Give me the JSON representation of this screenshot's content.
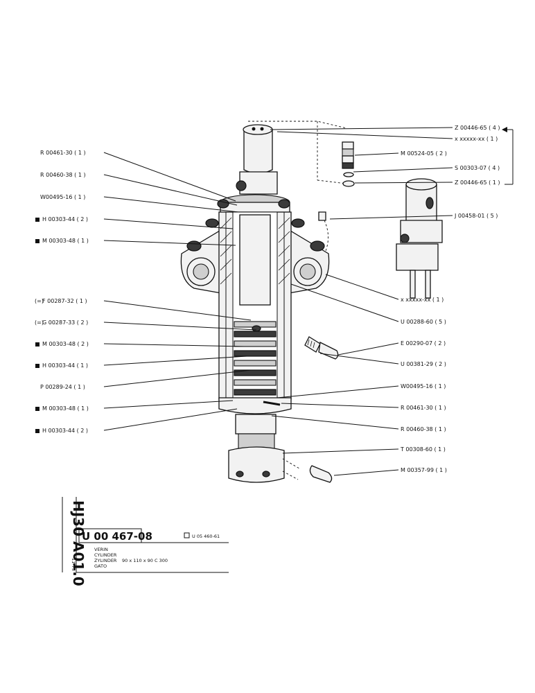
{
  "callouts_left": [
    {
      "mark": "",
      "text": "R 00461-30 ( 1 )"
    },
    {
      "mark": "",
      "text": "R 00460-38 ( 1 )"
    },
    {
      "mark": "",
      "text": "W00495-16 ( 1 )"
    },
    {
      "mark": "filled-square",
      "text": "H 00303-44 ( 2 )"
    },
    {
      "mark": "filled-square",
      "text": "M 00303-48 ( 1 )"
    },
    {
      "mark": "(=)",
      "text": "F 00287-32 ( 1 )"
    },
    {
      "mark": "(=)",
      "text": "G 00287-33 ( 2 )"
    },
    {
      "mark": "filled-square",
      "text": "M 00303-48 ( 2 )"
    },
    {
      "mark": "filled-square",
      "text": "H 00303-44 ( 1 )"
    },
    {
      "mark": "",
      "text": "P 00289-24 ( 1 )"
    },
    {
      "mark": "filled-square",
      "text": "M 00303-48 ( 1 )"
    },
    {
      "mark": "filled-square",
      "text": "H 00303-44 ( 2 )"
    }
  ],
  "callouts_right": [
    {
      "text": "Z 00446-65 ( 4 )"
    },
    {
      "text": "x xxxxx-xx ( 1 )"
    },
    {
      "text": "M 00524-05 ( 2 )"
    },
    {
      "text": "S 00303-07 ( 4 )"
    },
    {
      "text": "Z 00446-65 ( 1 )"
    },
    {
      "text": "J 00458-01 ( 5 )"
    },
    {
      "text": "x xxxxx-xx ( 1 )"
    },
    {
      "text": "U 00288-60 ( 5 )"
    },
    {
      "text": "E 00290-07 ( 2 )"
    },
    {
      "text": "U 00381-29 ( 2 )"
    },
    {
      "text": "W00495-16 ( 1 )"
    },
    {
      "text": "R 00461-30 ( 1 )"
    },
    {
      "text": "R 00460-38 ( 1 )"
    },
    {
      "text": "T 00308-60 ( 1 )"
    },
    {
      "text": "M 00357-99 ( 1 )"
    }
  ],
  "title_block": {
    "side_code": "HJ30 A01.0",
    "side_date": "11-73",
    "part_number": "U 00 467-08",
    "reference": "U 05 460-61",
    "names": [
      "VERIN",
      "CYLINDER",
      "ZYLINDER",
      "GATO"
    ],
    "spec": "90 x 110 x 90   C 300"
  }
}
